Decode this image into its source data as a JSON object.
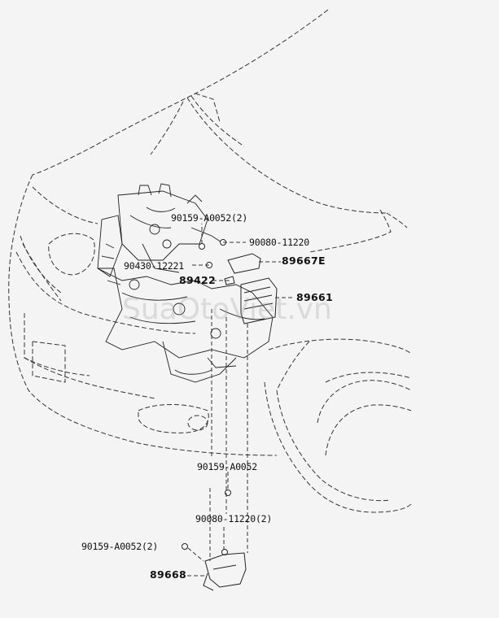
{
  "diagram": {
    "watermark": "SuaOtoViet.vn",
    "parts": [
      {
        "id": "p1",
        "number": "90159-A0052(2)"
      },
      {
        "id": "p2",
        "number": "90080-11220"
      },
      {
        "id": "p3",
        "number": "89667E"
      },
      {
        "id": "p4",
        "number": "90430-12221"
      },
      {
        "id": "p5",
        "number": "89422"
      },
      {
        "id": "p6",
        "number": "89661"
      },
      {
        "id": "p7",
        "number": "90159-A0052"
      },
      {
        "id": "p8",
        "number": "90080-11220(2)"
      },
      {
        "id": "p9",
        "number": "90159-A0052(2)"
      },
      {
        "id": "p10",
        "number": "89668"
      }
    ]
  }
}
